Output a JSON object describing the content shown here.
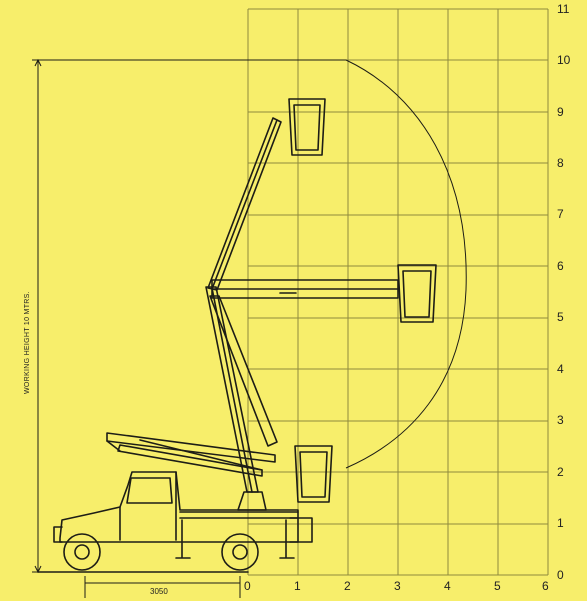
{
  "diagram": {
    "x_axis_ticks": [
      "0",
      "1",
      "2",
      "3",
      "4",
      "5",
      "6"
    ],
    "y_axis_ticks": [
      "0",
      "1",
      "2",
      "3",
      "4",
      "5",
      "6",
      "7",
      "8",
      "9",
      "10",
      "11"
    ],
    "vertical_label": "WORKING HEIGHT 10 MTRS.",
    "bottom_dimension_label": "3050"
  },
  "colors": {
    "background": "#f7ee6b",
    "grid": "#8f8a3e",
    "ink": "#1d1d16"
  }
}
